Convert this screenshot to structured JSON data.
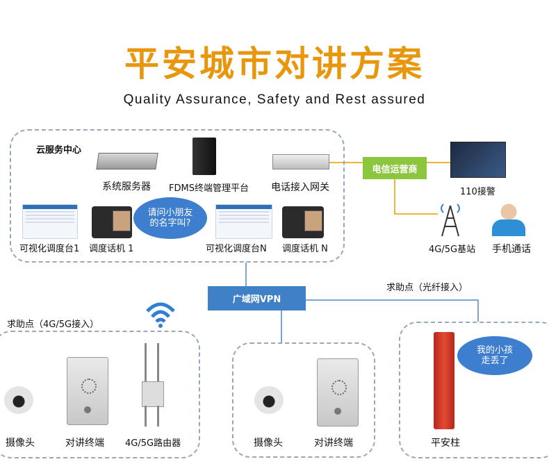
{
  "title": "平安城市对讲方案",
  "subtitle": "Quality Assurance, Safety and Rest assured",
  "cloud_center": {
    "label": "云服务中心",
    "system_server": "系统服务器",
    "fdms": "FDMS终端管理平台",
    "phone_gateway": "电话接入网关",
    "console_1": "可视化调度台1",
    "dispatch_phone_1": "调度话机 1",
    "console_n": "可视化调度台N",
    "dispatch_phone_n": "调度话机 N",
    "bubble_question": "请问小朋友的名字叫?"
  },
  "telecom": "电信运营商",
  "police_110": "110接警",
  "base_station": "4G/5G基站",
  "mobile_call": "手机通话",
  "wan_vpn": "广域网VPN",
  "help_point_fiber": "求助点（光纤接入）",
  "help_point_4g": "求助点（4G/5G接入）",
  "group_left": {
    "camera": "摄像头",
    "intercom": "对讲终端",
    "router": "4G/5G路由器"
  },
  "group_mid": {
    "camera": "摄像头",
    "intercom": "对讲终端"
  },
  "group_right": {
    "pillar": "平安柱",
    "bubble_lost": "我的小孩走丢了"
  },
  "colors": {
    "title": "#e8960c",
    "connector": "#f2b533",
    "line_blue": "#4d85c7",
    "telecom_box": "#8cc63f",
    "wan_box": "#3f80c6",
    "bubble": "#3d7ecf",
    "pillar": "#d93a25"
  }
}
